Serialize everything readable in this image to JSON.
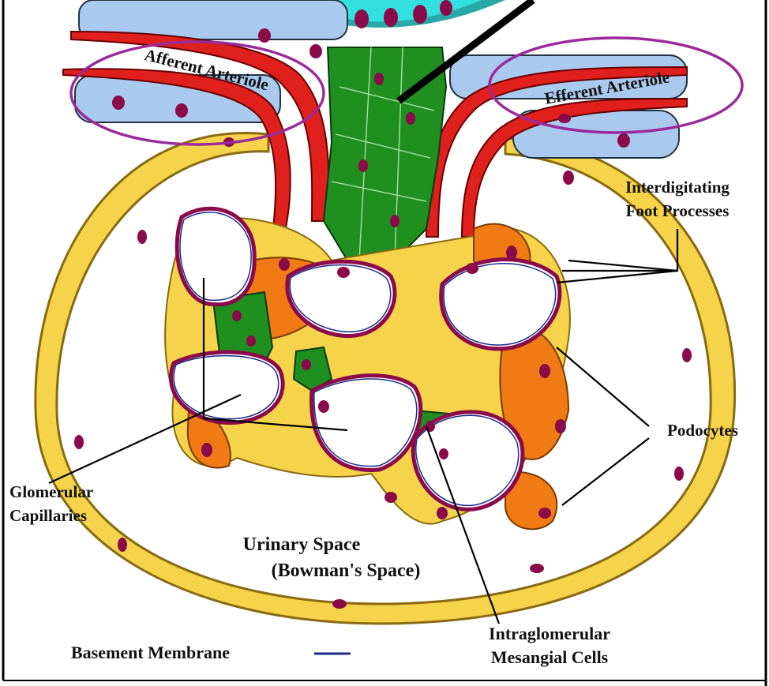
{
  "labels": {
    "afferent": "Afferent Arteriole",
    "efferent": "Efferent Arteriole",
    "interdigitating_1": "Interdigitating",
    "interdigitating_2": "Foot Processes",
    "podocytes": "Podocytes",
    "glomerular_1": "Glomerular",
    "glomerular_2": "Capillaries",
    "urinary_1": "Urinary Space",
    "urinary_2": "(Bowman's Space)",
    "basement": "Basement Membrane",
    "mesangial_1": "Intraglomerular",
    "mesangial_2": "Mesangial Cells"
  },
  "colors": {
    "bowman_capsule": "#f5d34a",
    "capsule_outline": "#8a6a10",
    "smooth_muscle_cells": "#a9c9ee",
    "red_endothelium": "#e0201c",
    "mesangial_green": "#1f8f20",
    "podocyte_orange": "#f07a14",
    "nucleus": "#8a0a4a",
    "basement_membrane": "#1a2a8c",
    "highlight_circle": "#9b2a9b",
    "macula_densa_teal": "#2fd6d6"
  }
}
